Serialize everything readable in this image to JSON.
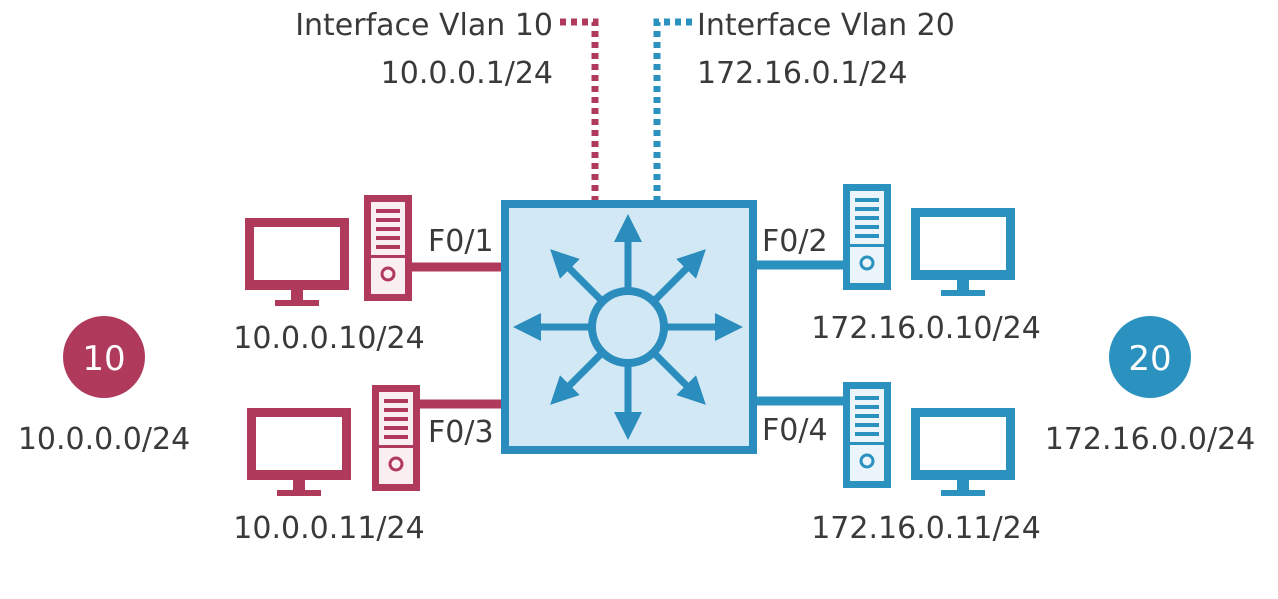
{
  "colors": {
    "vlan10": "#b03a5b",
    "vlan10_fill": "#fbeef1",
    "vlan20": "#2b92c0",
    "vlan20_fill": "#eaf4fa",
    "switch_border": "#2a8dbd",
    "switch_fill": "#d2e8f4",
    "text": "#3a3a3a"
  },
  "interfaces": {
    "vlan10": {
      "name": "Interface Vlan 10",
      "ip": "10.0.0.1/24"
    },
    "vlan20": {
      "name": "Interface Vlan 20",
      "ip": "172.16.0.1/24"
    }
  },
  "ports": {
    "f01": "F0/1",
    "f02": "F0/2",
    "f03": "F0/3",
    "f04": "F0/4"
  },
  "hosts": {
    "h1": {
      "ip": "10.0.0.10/24",
      "icon": "desktop-computer-icon"
    },
    "h2": {
      "ip": "172.16.0.10/24",
      "icon": "desktop-computer-icon"
    },
    "h3": {
      "ip": "10.0.0.11/24",
      "icon": "desktop-computer-icon"
    },
    "h4": {
      "ip": "172.16.0.11/24",
      "icon": "desktop-computer-icon"
    }
  },
  "vlans": {
    "left": {
      "id": "10",
      "subnet": "10.0.0.0/24"
    },
    "right": {
      "id": "20",
      "subnet": "172.16.0.0/24"
    }
  },
  "switch": {
    "icon": "layer3-switch-icon"
  }
}
